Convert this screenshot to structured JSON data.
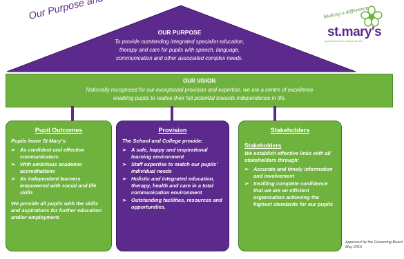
{
  "title": "Our Purpose and Vision",
  "purpose": {
    "heading": "OUR PURPOSE",
    "lines": [
      "To provide outstanding integrated specialist education,",
      "therapy and care for pupils with speech, language,",
      "communication and other associated complex needs."
    ]
  },
  "vision": {
    "heading": "OUR VISION",
    "lines": [
      "Nationally recognised for our exceptional provision and expertise, we are a centre of excellence",
      "enabling pupils to realise their full potential towards independence in life."
    ]
  },
  "pillars": {
    "outcomes": {
      "title": "Pupil Outcomes",
      "intro": "Pupils leave St Mary's:",
      "items": [
        "As confident and effective communicators",
        "With ambitious academic accreditations",
        "As independent learners empowered with social and life skills"
      ],
      "footer": "We provide all pupils with the skills and aspirations for further education and/or employment."
    },
    "provision": {
      "title": "Provision",
      "intro": "The School and College provide:",
      "items": [
        "A safe, happy and inspirational learning environment",
        "Staff expertise to match our pupils' individual needs",
        "Holistic and integrated education, therapy, health and care in a total communication environment",
        "Outstanding facilities, resources and opportunities."
      ]
    },
    "stakeholders": {
      "title": "Stakeholders",
      "subtitle": "Stakeholders",
      "intro": "We establish effective links with all stakeholders through:",
      "items": [
        "Accurate and timely information and involvement",
        "Instilling complete confidence that we are an efficient organisation achieving the highest standards for our pupils"
      ]
    }
  },
  "bullet_symbol": "➢",
  "logo": {
    "tagline": "Making a difference",
    "name": "st.mary's",
    "sub": "Special School & College Bexhill"
  },
  "approval": "Approved by the Governing Board May 2016",
  "colors": {
    "purple": "#5b2a8c",
    "green": "#6fb23e",
    "dark_green": "#3f7a1f"
  }
}
